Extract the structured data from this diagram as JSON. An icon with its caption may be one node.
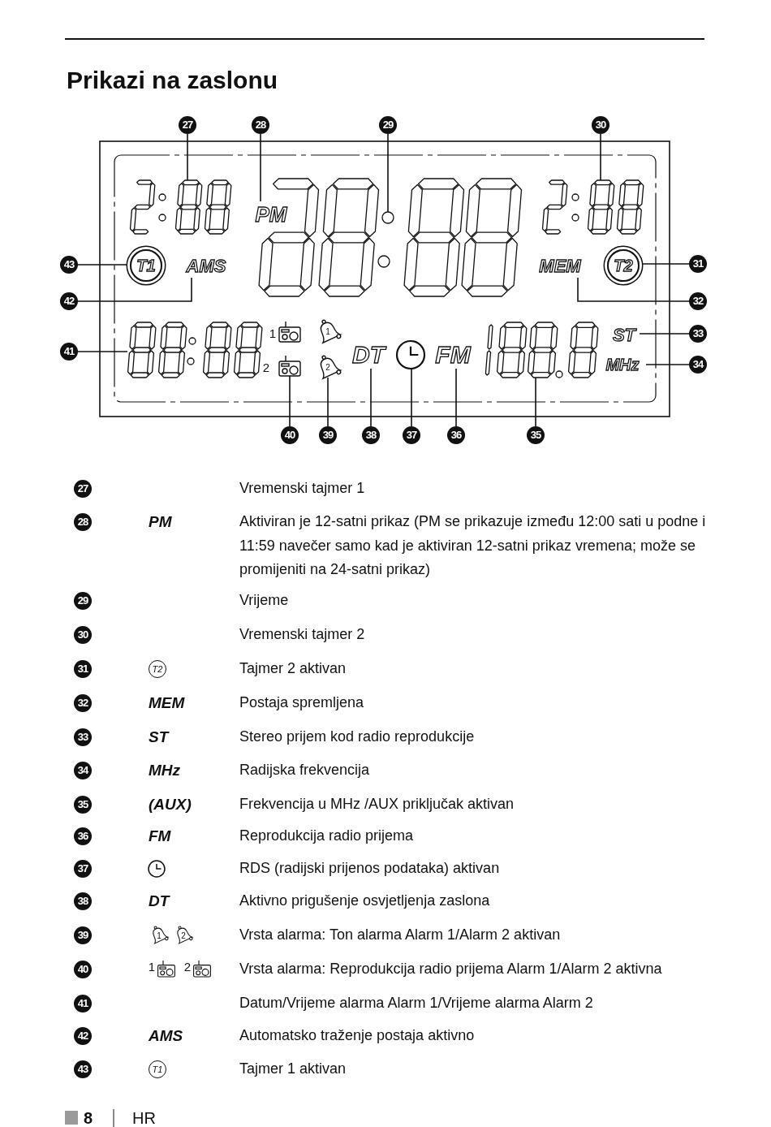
{
  "diagram": {
    "title": "Prikazi na zaslonu",
    "nodes": [
      {
        "text": [
          "27"
        ]
      },
      {
        "text": [
          "28"
        ]
      },
      {
        "text": [
          "29"
        ]
      },
      {
        "text": [
          "30"
        ]
      },
      {
        "text": [
          "43"
        ]
      },
      {
        "text": [
          "42"
        ]
      },
      {
        "text": [
          "41"
        ]
      },
      {
        "text": [
          "31"
        ]
      },
      {
        "text": [
          "32"
        ]
      },
      {
        "text": [
          "33"
        ]
      },
      {
        "text": [
          "34"
        ]
      },
      {
        "text": [
          "40"
        ]
      },
      {
        "text": [
          "39"
        ]
      },
      {
        "text": [
          "38"
        ]
      },
      {
        "text": [
          "37"
        ]
      },
      {
        "text": [
          "36"
        ]
      },
      {
        "text": [
          "35"
        ]
      },
      {
        "text": [
          "PM"
        ]
      },
      {
        "text": [
          "T1"
        ]
      },
      {
        "text": [
          "AMS"
        ]
      },
      {
        "text": [
          "T2"
        ]
      },
      {
        "text": [
          "MEM"
        ]
      },
      {
        "text": [
          "ST"
        ]
      },
      {
        "text": [
          "MHz"
        ]
      },
      {
        "text": [
          "DT"
        ]
      },
      {
        "text": [
          "FM"
        ]
      },
      {
        "text": [],
        "shape": "digits"
      },
      {
        "text": [],
        "shape": "circle"
      },
      {
        "text": [],
        "shape": "digits"
      },
      {
        "text": [],
        "shape": "digits"
      },
      {
        "text": [],
        "shape": "picture"
      },
      {
        "text": [],
        "shape": "picture"
      },
      {
        "text": [],
        "shape": "picture"
      },
      {
        "text": [],
        "shape": "digits"
      },
      {
        "text": [
          "27"
        ]
      },
      {
        "text": [
          "28"
        ]
      },
      {
        "text": [
          "29"
        ]
      },
      {
        "text": [
          "30"
        ]
      },
      {
        "text": [
          "31"
        ]
      },
      {
        "text": [
          "32"
        ]
      },
      {
        "text": [
          "33"
        ]
      },
      {
        "text": [
          "34"
        ]
      },
      {
        "text": [
          "35"
        ]
      },
      {
        "text": [
          "36"
        ]
      },
      {
        "text": [
          "37"
        ]
      },
      {
        "text": [
          "38"
        ]
      },
      {
        "text": [
          "39"
        ]
      },
      {
        "text": [
          "40"
        ]
      },
      {
        "text": [
          "41"
        ]
      },
      {
        "text": [
          "42"
        ]
      },
      {
        "text": [
          "43"
        ]
      }
    ],
    "edges": [
      {
        "from": 0,
        "to": 26,
        "arrow": "none"
      },
      {
        "from": 1,
        "to": 17,
        "arrow": "none"
      },
      {
        "from": 2,
        "to": 27,
        "arrow": "none"
      },
      {
        "from": 3,
        "to": 28,
        "arrow": "none"
      },
      {
        "from": 4,
        "to": 18,
        "arrow": "none"
      },
      {
        "from": 5,
        "to": 19,
        "arrow": "none"
      },
      {
        "from": 6,
        "to": 29,
        "arrow": "none"
      },
      {
        "from": 7,
        "to": 20,
        "arrow": "none"
      },
      {
        "from": 8,
        "to": 21,
        "arrow": "none"
      },
      {
        "from": 9,
        "to": 22,
        "arrow": "none"
      },
      {
        "from": 10,
        "to": 23,
        "arrow": "none"
      },
      {
        "from": 11,
        "to": 30,
        "arrow": "none"
      },
      {
        "from": 12,
        "to": 31,
        "arrow": "none"
      },
      {
        "from": 13,
        "to": 24,
        "arrow": "none"
      },
      {
        "from": 14,
        "to": 32,
        "arrow": "none"
      },
      {
        "from": 15,
        "to": 25,
        "arrow": "none"
      },
      {
        "from": 16,
        "to": 33,
        "arrow": "none"
      }
    ],
    "labels": [
      "1",
      "2",
      "1",
      "2",
      "Vremenski tajmer 1",
      "PM",
      "Aktiviran je 12-satni prikaz (PM se prikazuje između 12:00 sati u podne i 11:59 navečer samo kad je aktiviran 12-satni prikaz vremena; može se promijeniti na 24-satni prikaz)",
      "Vrijeme",
      "Vremenski tajmer 2",
      "T2",
      "Tajmer 2 aktivan",
      "MEM",
      "Postaja spremljena",
      "ST",
      "Stereo prijem kod radio reprodukcije",
      "MHz",
      "Radijska frekvencija",
      "(AUX)",
      "Frekvencija u MHz /AUX priključak aktivan",
      "FM",
      "Reprodukcija radio prijema",
      "RDS (radijski prijenos podataka) aktivan",
      "DT",
      "Aktivno prigušenje osvjetljenja zaslona",
      "1",
      "2",
      "Vrsta alarma: Ton alarma Alarm 1/Alarm 2 aktivan",
      "1",
      "2",
      "Vrsta alarma: Reprodukcija radio prijema Alarm 1/Alarm 2 aktivna",
      "Datum/Vrijeme alarma Alarm 1/Vrijeme alarma Alarm 2",
      "AMS",
      "Automatsko traženje postaja aktivno",
      "T1",
      "Tajmer 1 aktivan",
      "8",
      "HR"
    ]
  }
}
